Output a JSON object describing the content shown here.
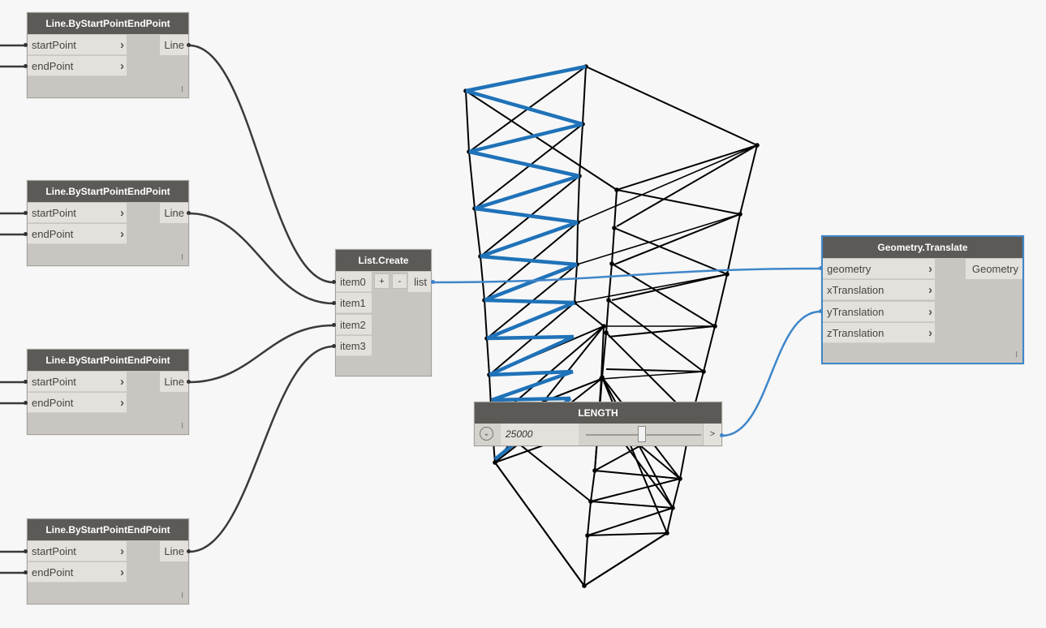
{
  "colors": {
    "wire": "#3a3a3a",
    "selected_wire": "#3f86c9",
    "node_header": "#5c5a57",
    "node_body": "#c9c6c1",
    "port_bg": "#e4e1dc",
    "brace_highlight": "#1f72b8",
    "frame": "#000000"
  },
  "icons": {
    "input_chevron": "chevron-right-icon",
    "grip": "resize-grip-icon",
    "slider_toggle": "chevron-down-icon",
    "slider_step": "chevron-right-icon"
  },
  "nodes": {
    "line1": {
      "title": "Line.ByStartPointEndPoint",
      "inputs": [
        "startPoint",
        "endPoint"
      ],
      "output": "Line",
      "grip": "I",
      "chevron": "›"
    },
    "line2": {
      "title": "Line.ByStartPointEndPoint",
      "inputs": [
        "startPoint",
        "endPoint"
      ],
      "output": "Line",
      "grip": "I",
      "chevron": "›"
    },
    "line3": {
      "title": "Line.ByStartPointEndPoint",
      "inputs": [
        "startPoint",
        "endPoint"
      ],
      "output": "Line",
      "grip": "I",
      "chevron": "›"
    },
    "line4": {
      "title": "Line.ByStartPointEndPoint",
      "inputs": [
        "startPoint",
        "endPoint"
      ],
      "output": "Line",
      "grip": "I",
      "chevron": "›"
    },
    "list_create": {
      "title": "List.Create",
      "inputs": [
        "item0",
        "item1",
        "item2",
        "item3"
      ],
      "add": "+",
      "remove": "-",
      "output": "list"
    },
    "translate": {
      "title": "Geometry.Translate",
      "inputs": [
        "geometry",
        "xTranslation",
        "yTranslation",
        "zTranslation"
      ],
      "output": "Geometry",
      "grip": "I",
      "chevron": "›"
    },
    "length": {
      "title": "LENGTH",
      "value": "25000",
      "toggle": "⌄",
      "step": ">",
      "slider_fraction": 0.5
    }
  }
}
